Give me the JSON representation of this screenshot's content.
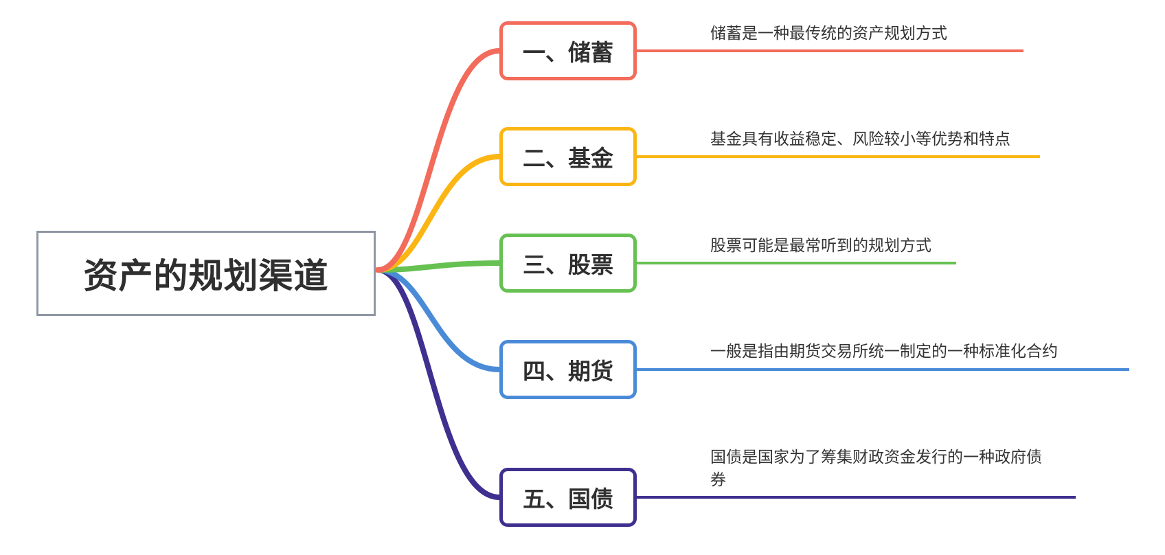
{
  "root": {
    "title": "资产的规划渠道",
    "border_color": "#8f98a4"
  },
  "branches": [
    {
      "label": "一、储蓄",
      "color": "#f26b5b",
      "description_lines": [
        "储蓄是一种最传统的资产规划方式"
      ]
    },
    {
      "label": "二、基金",
      "color": "#fbb614",
      "description_lines": [
        "基金具有收益稳定、风险较小等优势和特点"
      ]
    },
    {
      "label": "三、股票",
      "color": "#66c152",
      "description_lines": [
        "股票可能是最常听到的规划方式"
      ]
    },
    {
      "label": "四、期货",
      "color": "#4a8bd8",
      "description_lines": [
        "一般是指由期货交易所统一制定的一种标准化合约"
      ]
    },
    {
      "label": "五、国债",
      "color": "#3f2f8f",
      "description_lines": [
        "国债是国家为了筹集财政资金发行的一种政府债",
        "券"
      ]
    }
  ]
}
